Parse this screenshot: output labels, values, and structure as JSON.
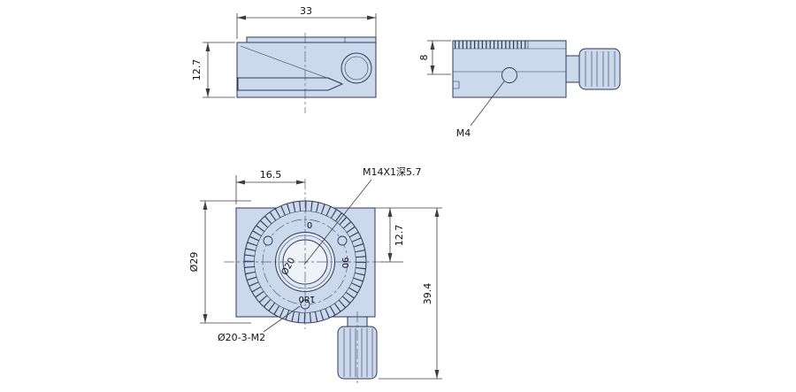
{
  "colors": {
    "body_fill": "#ccd8ec",
    "body_light": "#dfe6f4",
    "bore_fill": "#eef2f9",
    "outline": "#2c3a58",
    "dim_line": "#3d3d3d",
    "text": "#111111",
    "background": "#ffffff"
  },
  "views": {
    "side": {
      "dims": {
        "width": "33",
        "height": "12.7"
      }
    },
    "rear": {
      "dims": {
        "height": "8"
      },
      "labels": {
        "hole": "M4"
      }
    },
    "front": {
      "dims": {
        "center_offset": "16.5",
        "dial_diameter": "Ø29",
        "center_height": "12.7",
        "total_height": "39.4"
      },
      "labels": {
        "thread": "M14X1深5.7",
        "mount_holes": "Ø20-3-M2",
        "bolt_circle": "Ø20"
      },
      "dial_numbers": {
        "n0": "0",
        "n90": "90",
        "n180": "180"
      }
    }
  }
}
